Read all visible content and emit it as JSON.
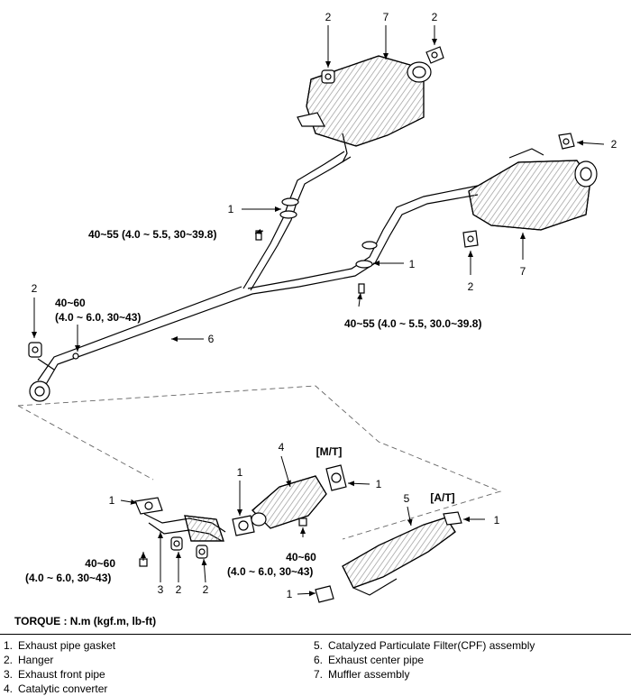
{
  "callouts": {
    "top_hanger_left": "2",
    "top_muffler": "7",
    "top_hanger_right": "2",
    "right_hanger_top": "2",
    "right_hanger_bottom": "2",
    "right_muffler": "7",
    "gasket_left_mid": "1",
    "gasket_right_mid": "1",
    "center_pipe": "6",
    "left_hanger": "2",
    "cat_converter": "4",
    "cpf_assembly": "5",
    "gasket_mid_lower": "1",
    "gasket_front_left": "1",
    "gasket_mt": "1",
    "gasket_at": "1",
    "gasket_cpf_bottom": "1",
    "front_pipe": "3",
    "hanger_lower_a": "2",
    "hanger_lower_b": "2"
  },
  "variants": {
    "mt": "[M/T]",
    "at": "[A/T]"
  },
  "torques": {
    "t1": "40~55 (4.0 ~ 5.5, 30~39.8)",
    "t2": "40~55 (4.0 ~ 5.5, 30.0~39.8)",
    "t3_line1": "40~60",
    "t3_line2": "(4.0 ~ 6.0, 30~43)",
    "t4_line1": "40~60",
    "t4_line2": "(4.0 ~ 6.0, 30~43)",
    "t5_line1": "40~60",
    "t5_line2": "(4.0 ~ 6.0, 30~43)"
  },
  "torque_title": "TORQUE : N.m (kgf.m, lb-ft)",
  "legend": {
    "left": [
      {
        "num": "1.",
        "text": "Exhaust pipe gasket"
      },
      {
        "num": "2.",
        "text": "Hanger"
      },
      {
        "num": "3.",
        "text": "Exhaust front pipe"
      },
      {
        "num": "4.",
        "text": "Catalytic converter"
      }
    ],
    "right": [
      {
        "num": "5.",
        "text": "Catalyzed Particulate Filter(CPF) assembly"
      },
      {
        "num": "6.",
        "text": "Exhaust center pipe"
      },
      {
        "num": "7.",
        "text": "Muffler assembly"
      }
    ]
  }
}
